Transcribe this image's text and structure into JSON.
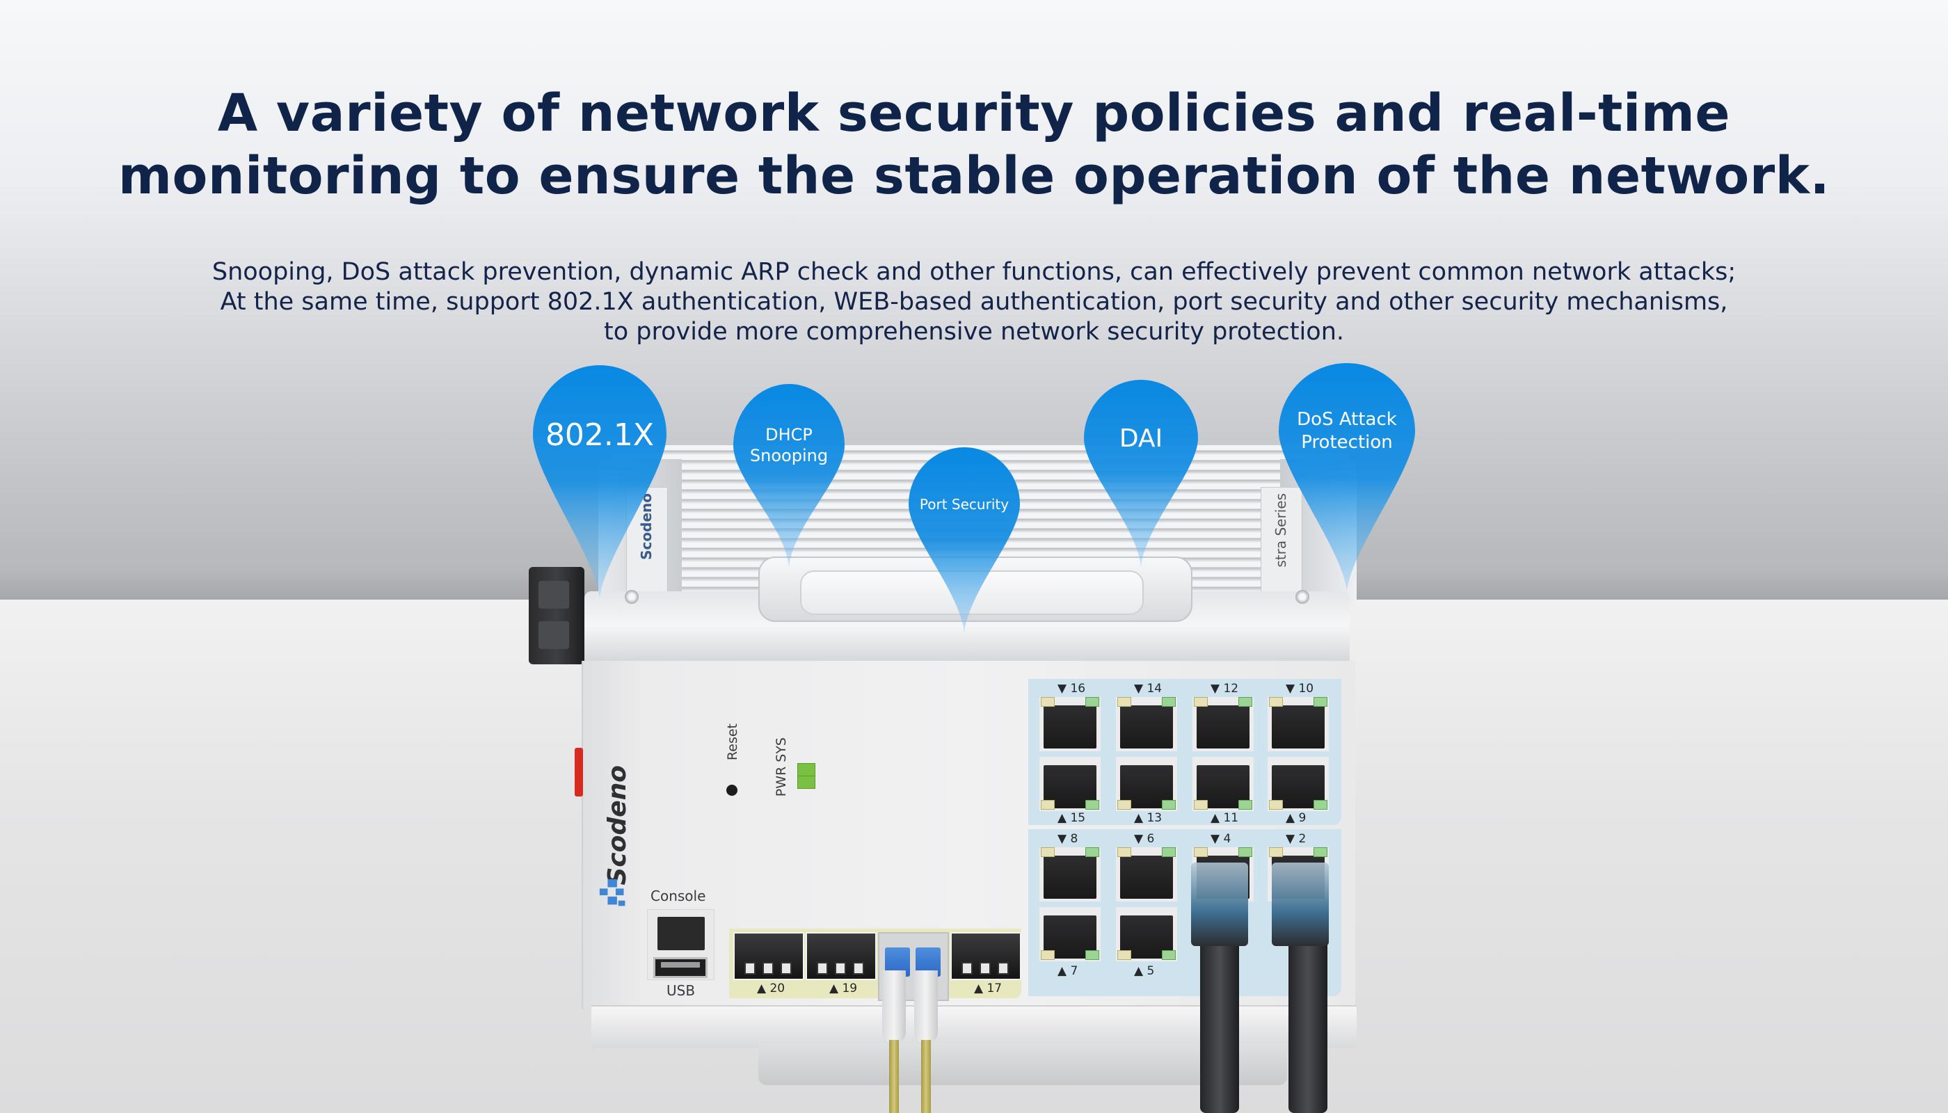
{
  "headline": {
    "line1": "A variety of network security policies and real-time",
    "line2": "monitoring to ensure the stable operation of the network."
  },
  "subtitle": {
    "line1": "Snooping, DoS attack prevention, dynamic ARP check and other functions, can effectively prevent common network attacks;",
    "line2": "At the same time, support 802.1X authentication, WEB-based authentication, port security and other security mechanisms,",
    "line3": "to provide more comprehensive network security protection."
  },
  "callouts": [
    {
      "line1": "802.1X",
      "line2": ""
    },
    {
      "line1": "DHCP",
      "line2": "Snooping"
    },
    {
      "line1": "Port Security",
      "line2": ""
    },
    {
      "line1": "DAI",
      "line2": ""
    },
    {
      "line1": "DoS Attack",
      "line2": "Protection"
    }
  ],
  "device": {
    "brand": "Scodeno",
    "series_label": "stra Series",
    "reset_label": "Reset",
    "status_label": "PWR SYS",
    "console_label": "Console",
    "usb_label": "USB",
    "sfp_ports": [
      "20",
      "19",
      "17"
    ],
    "rj45_top_row": [
      "16",
      "14",
      "12",
      "10"
    ],
    "rj45_row2_labels": [
      "15",
      "13",
      "11",
      "9"
    ],
    "rj45_row3": [
      "8",
      "6",
      "4",
      "2"
    ],
    "rj45_bottom_labels": [
      "7",
      "5"
    ]
  },
  "colors": {
    "headline": "#102449",
    "callout_blue": "#0a87e0",
    "sfp_bank": "#e8e8bf",
    "rj45_bank": "#cfe3ef",
    "led_green": "#7ac143"
  }
}
